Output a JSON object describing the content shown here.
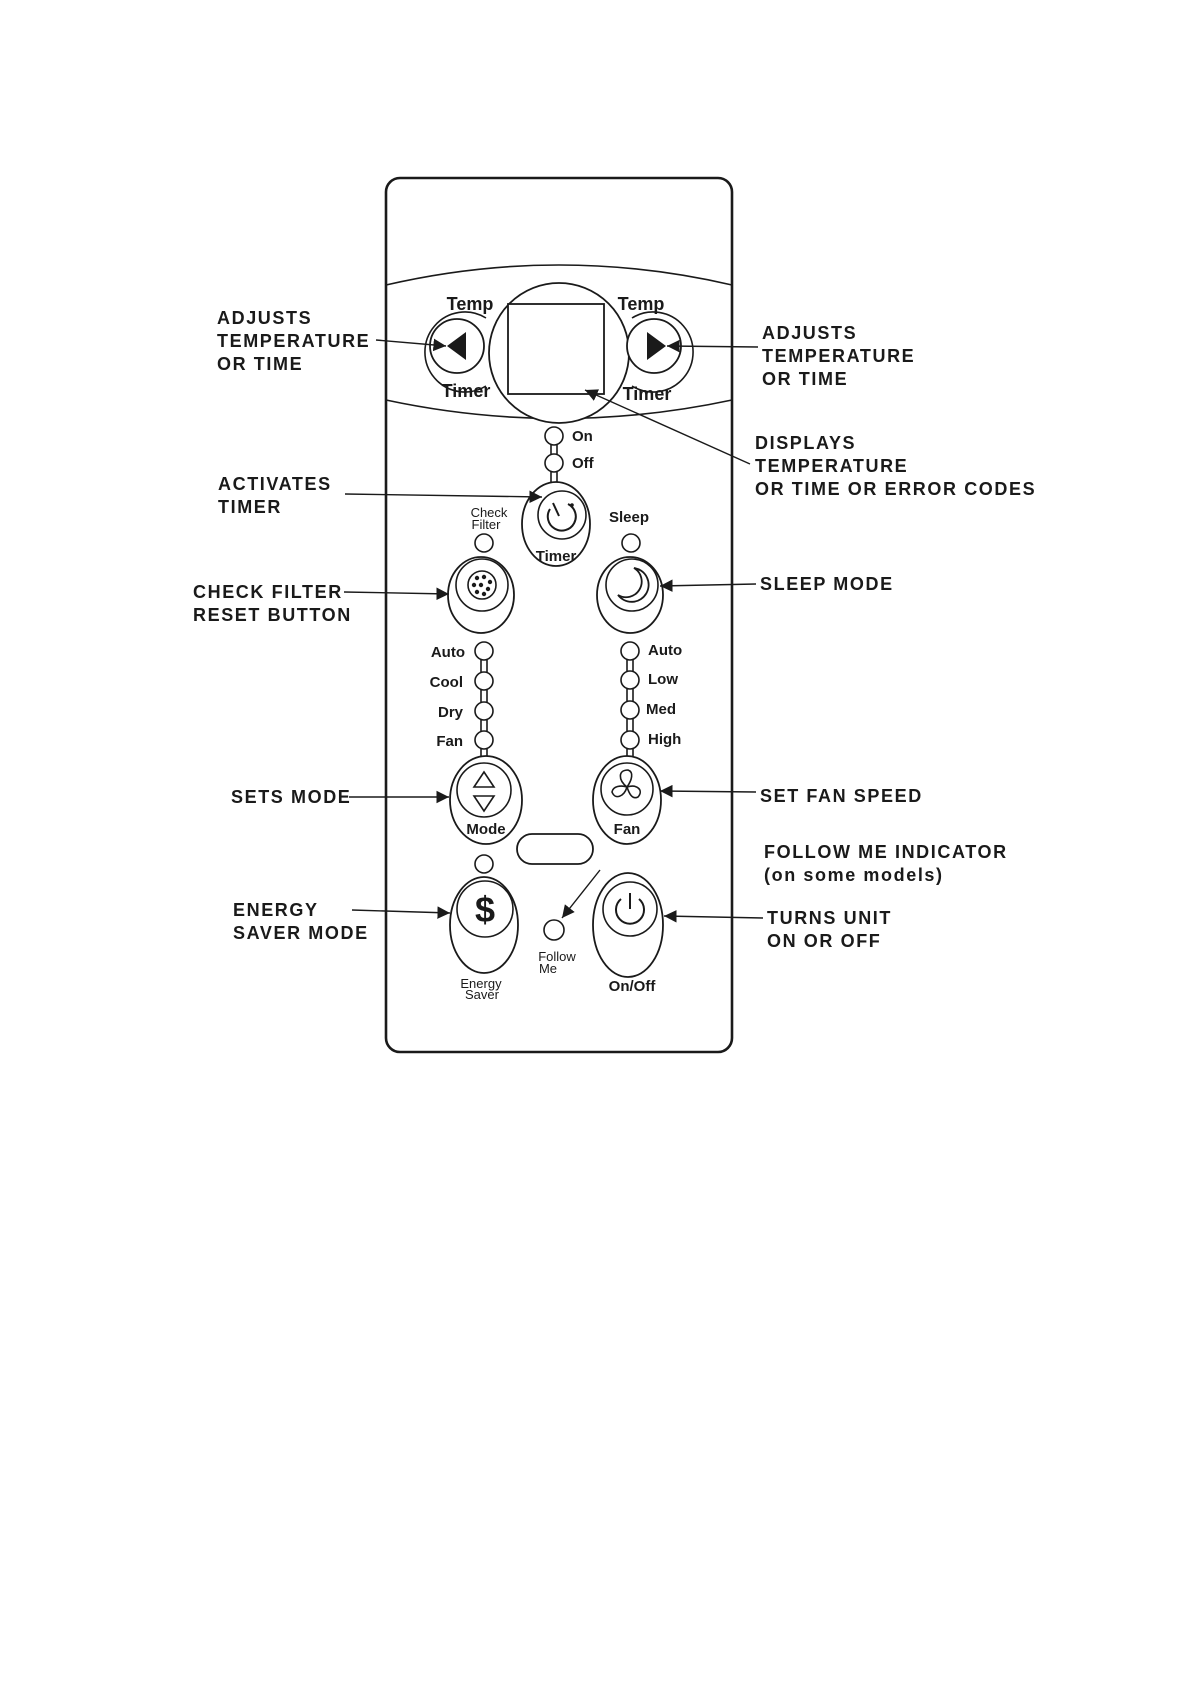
{
  "panel": {
    "temp_label": "Temp",
    "timer_label": "Timer",
    "timer_led_on": "On",
    "timer_led_off": "Off",
    "timer_button": "Timer",
    "check_filter_line1": "Check",
    "check_filter_line2": "Filter",
    "sleep_label": "Sleep",
    "mode_leds": [
      "Auto",
      "Cool",
      "Dry",
      "Fan"
    ],
    "fan_leds": [
      "Auto",
      "Low",
      "Med",
      "High"
    ],
    "mode_button": "Mode",
    "fan_button": "Fan",
    "dollar_glyph": "$",
    "energy_saver_line1": "Energy",
    "energy_saver_line2": "Saver",
    "follow_me_line1": "Follow",
    "follow_me_line2": "Me",
    "on_off_button": "On/Off"
  },
  "callouts": {
    "adjust_left": [
      "ADJUSTS",
      "TEMPERATURE",
      "OR TIME"
    ],
    "adjust_right": [
      "ADJUSTS",
      "TEMPERATURE",
      "OR TIME"
    ],
    "display": [
      "DISPLAYS",
      "TEMPERATURE",
      "OR TIME OR ERROR CODES"
    ],
    "timer": [
      "ACTIVATES",
      "TIMER"
    ],
    "check_filter": [
      "CHECK FILTER",
      "RESET BUTTON"
    ],
    "sleep": [
      "SLEEP MODE"
    ],
    "mode": [
      "SETS MODE"
    ],
    "fan_speed": [
      "SET FAN SPEED"
    ],
    "follow_me": [
      "FOLLOW ME INDICATOR",
      "(on some models)"
    ],
    "energy": [
      "ENERGY",
      "SAVER MODE"
    ],
    "power": [
      "TURNS UNIT",
      "ON OR OFF"
    ]
  }
}
